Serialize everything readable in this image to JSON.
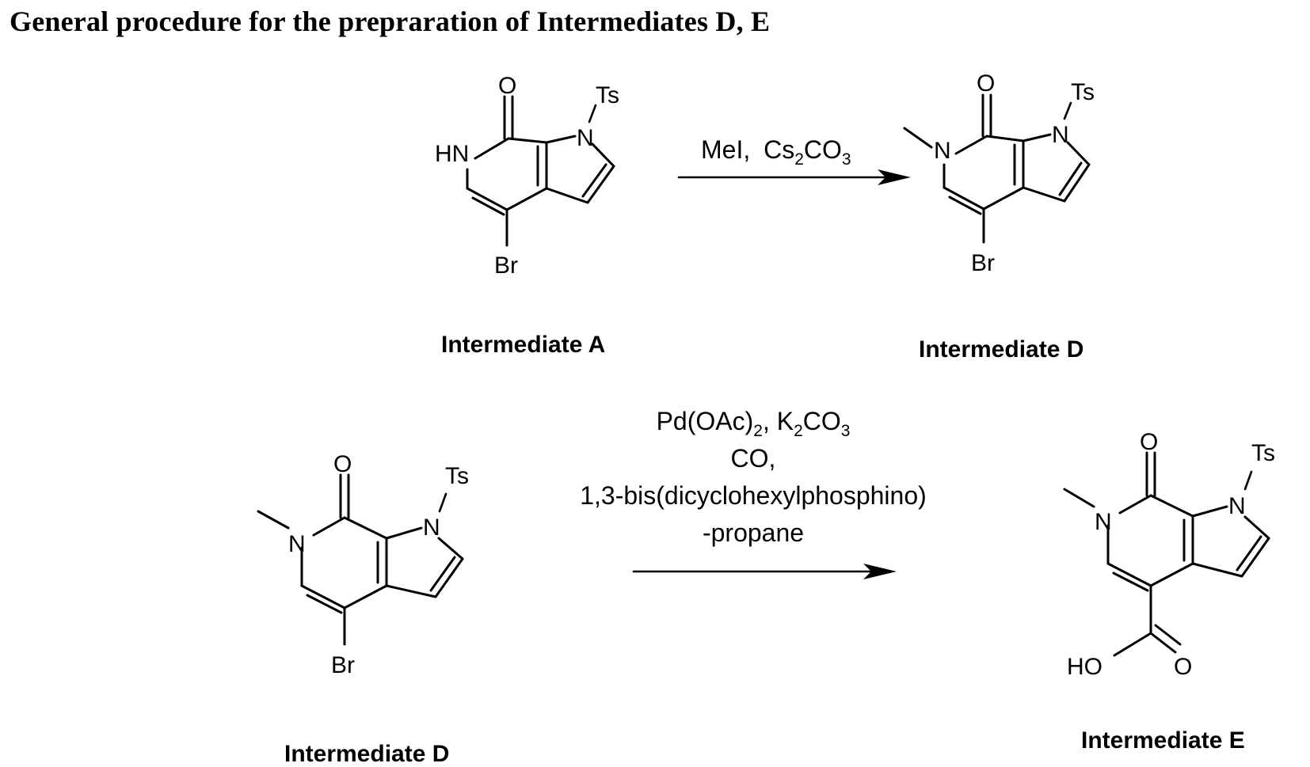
{
  "title": "General procedure for the prepraration of Intermediates D, E",
  "atoms": {
    "oxygen": "O",
    "nitrogen": "N",
    "hn": "HN",
    "tosyl": "Ts",
    "bromine": "Br",
    "hydroxyl": "HO"
  },
  "reaction1": {
    "reagent1": "MeI,",
    "reagent2_main": "Cs",
    "reagent2_sub1": "2",
    "reagent2_mid": "CO",
    "reagent2_sub2": "3"
  },
  "reaction2": {
    "line1_a": "Pd(OAc)",
    "line1_sub1": "2",
    "line1_b": ", K",
    "line1_sub2": "2",
    "line1_c": "CO",
    "line1_sub3": "3",
    "line2": "CO,",
    "line3": "1,3-bis(dicyclohexylphosphino)",
    "line4": "-propane"
  },
  "compounds": {
    "a": "Intermediate A",
    "d_top": "Intermediate D",
    "d_bottom": "Intermediate D",
    "e": "Intermediate E"
  }
}
